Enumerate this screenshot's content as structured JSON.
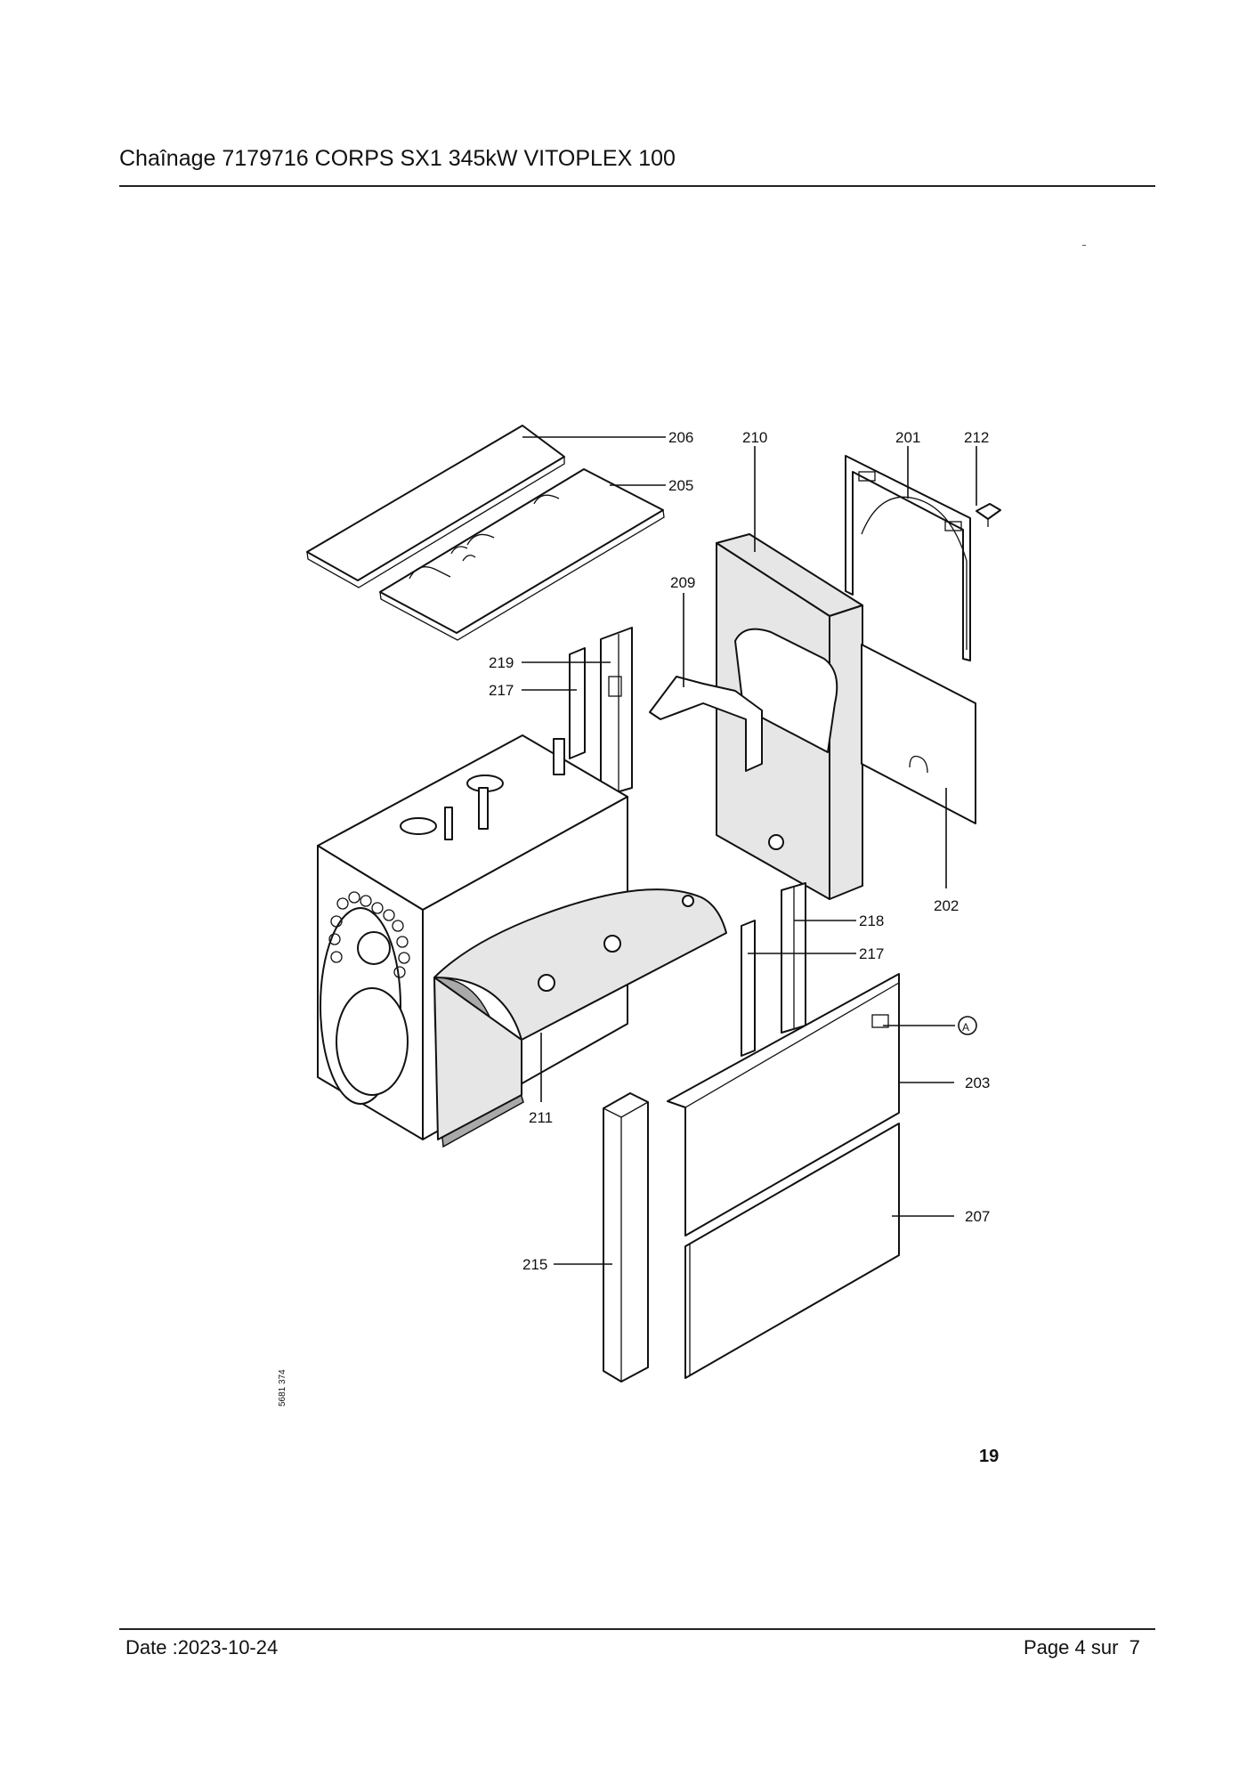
{
  "header": {
    "title": "Chaînage 7179716 CORPS SX1 345kW VITOPLEX 100"
  },
  "footer": {
    "date": "Date :2023-10-24",
    "page": "Page 4 sur  7"
  },
  "figure": {
    "number": "19",
    "drawing_id": "5681 374",
    "callouts": {
      "c206": "206",
      "c205": "205",
      "c210": "210",
      "c201": "201",
      "c212": "212",
      "c209": "209",
      "c219": "219",
      "c217a": "217",
      "c202": "202",
      "c218": "218",
      "c217b": "217",
      "c211": "211",
      "cA": "A",
      "c203": "203",
      "c207": "207",
      "c215": "215"
    }
  }
}
